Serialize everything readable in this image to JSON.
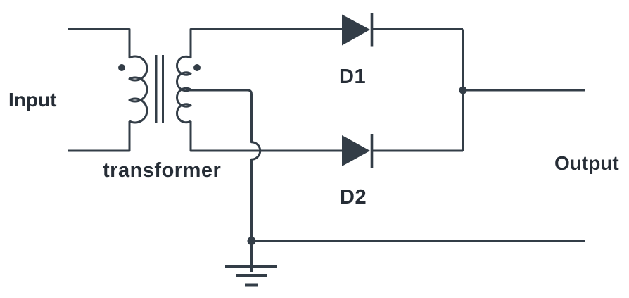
{
  "diagram": {
    "kind": "circuit-schematic",
    "colors": {
      "background": "#ffffff",
      "wire": "#333d47",
      "label_text": "#262d36"
    },
    "labels": {
      "input": "Input",
      "transformer": "transformer",
      "diode1": "D1",
      "diode2": "D2",
      "output": "Output"
    },
    "components": [
      {
        "icon": "center-tapped-transformer-icon",
        "label": "transformer"
      },
      {
        "icon": "diode-icon",
        "label": "D1"
      },
      {
        "icon": "diode-icon",
        "label": "D2"
      },
      {
        "icon": "earth-ground-icon",
        "label": ""
      }
    ]
  }
}
